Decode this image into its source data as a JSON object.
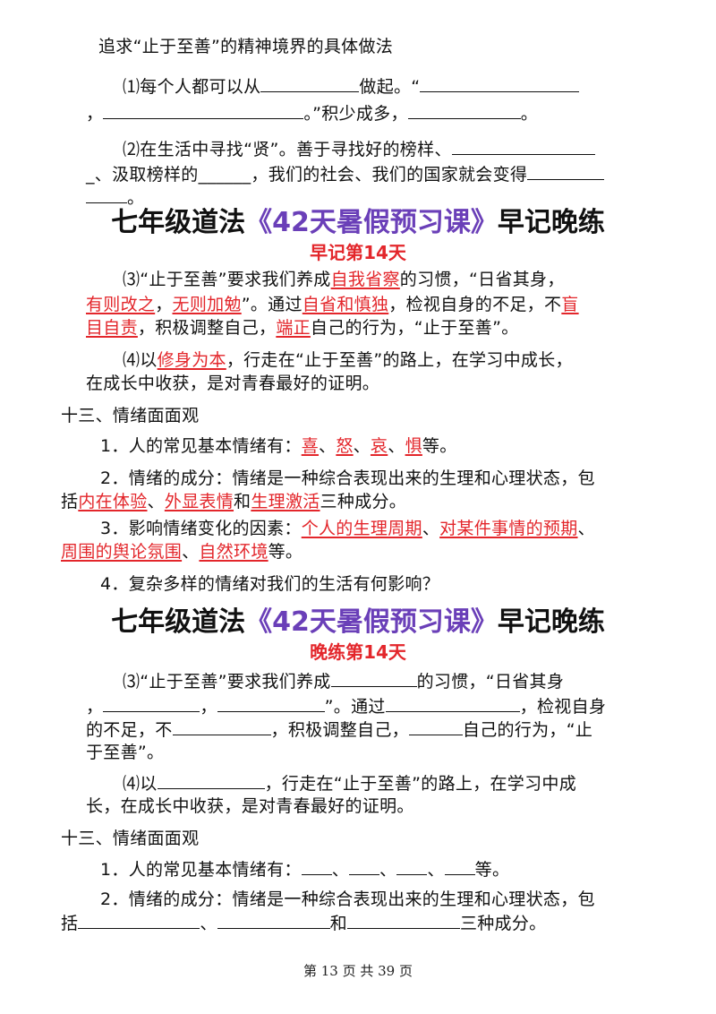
{
  "top": {
    "heading": "追求“止于至善”的精神境界的具体做法",
    "p1_a": "⑴每个人都可以从",
    "p1_b": "做起。“",
    "p1_c": "，",
    "p1_d": "。”积少成多，",
    "p1_e": "。",
    "p2_a": "⑵在生活中寻找“贤”。善于寻找好的榜样、",
    "p2_b": "_、汲取榜样的______，我们的社会、我们的国家就会变得",
    "p2_c": "。"
  },
  "morning": {
    "title_plain1": "七年级道法",
    "title_highlight": "《42天暑假预习课》",
    "title_plain2": "早记晚练",
    "subtitle": "早记第14天",
    "p3_a": "⑶“止于至善”要求我们养成",
    "p3_r1": "自我省察",
    "p3_b": "的习惯，“日省其身，",
    "p3_r2": "有则改之",
    "p3_c": "，",
    "p3_r3": "无则加勉",
    "p3_d": "”。通过",
    "p3_r4": "自省和慎独",
    "p3_e": "，检视自身的不足，不",
    "p3_r5a": "盲",
    "p3_r5b": "目自责",
    "p3_f": "，积极调整自己，",
    "p3_r6": "端正",
    "p3_g": "自己的行为，“止于至善”。",
    "p4_a": "⑷以",
    "p4_r1": "修身为本",
    "p4_b": "，行走在“止于至善”的路上，在学习中成长，",
    "p4_c": "在成长中收获，是对青春最好的证明。",
    "sec_title": "十三、情绪面面观",
    "i1_a": "1．人的常见基本情绪有：",
    "i1_r1": "喜",
    "i1_r2": "怒",
    "i1_r3": "哀",
    "i1_r4": "惧",
    "i1_b": "等。",
    "i2_a": "2．情绪的成分：情绪是一种综合表现出来的生理和心理状态，包",
    "i2_b": "括",
    "i2_r1": "内在体验",
    "i2_r2": "外显表情",
    "i2_c": "和",
    "i2_r3": "生理激活",
    "i2_d": "三种成分。",
    "i3_a": "3．影响情绪变化的因素：",
    "i3_r1": "个人的生理周期",
    "i3_r2": "对某件事情的预期",
    "i3_r3": "周围的舆论氛围",
    "i3_r4": "自然环境",
    "i3_b": "等。",
    "i4": "4．复杂多样的情绪对我们的生活有何影响？",
    "sep": "、"
  },
  "evening": {
    "title_plain1": "七年级道法",
    "title_highlight": "《42天暑假预习课》",
    "title_plain2": "早记晚练",
    "subtitle": "晚练第14天",
    "p3_a": "⑶“止于至善”要求我们养成",
    "p3_b": "的习惯，“日省其身",
    "p3_c": "，",
    "p3_d": "，",
    "p3_e": "”。通过",
    "p3_f": "，检视自身",
    "p3_g": "的不足，不",
    "p3_h": "，积极调整自己，",
    "p3_i": "自己的行为，“止",
    "p3_j": "于至善”。",
    "p4_a": "⑷以",
    "p4_b": "，行走在“止于至善”的路上，在学习中成",
    "p4_c": "长，在成长中收获，是对青春最好的证明。",
    "sec_title": "十三、情绪面面观",
    "i1_a": "1．人的常见基本情绪有：",
    "i1_b": "等。",
    "i2_a": "2．情绪的成分：情绪是一种综合表现出来的生理和心理状态，包",
    "i2_b": "括",
    "i2_c": "、",
    "i2_d": "和",
    "i2_e": "三种成分。",
    "sep": "、"
  },
  "footer": {
    "text": "第 13 页 共 39 页"
  }
}
